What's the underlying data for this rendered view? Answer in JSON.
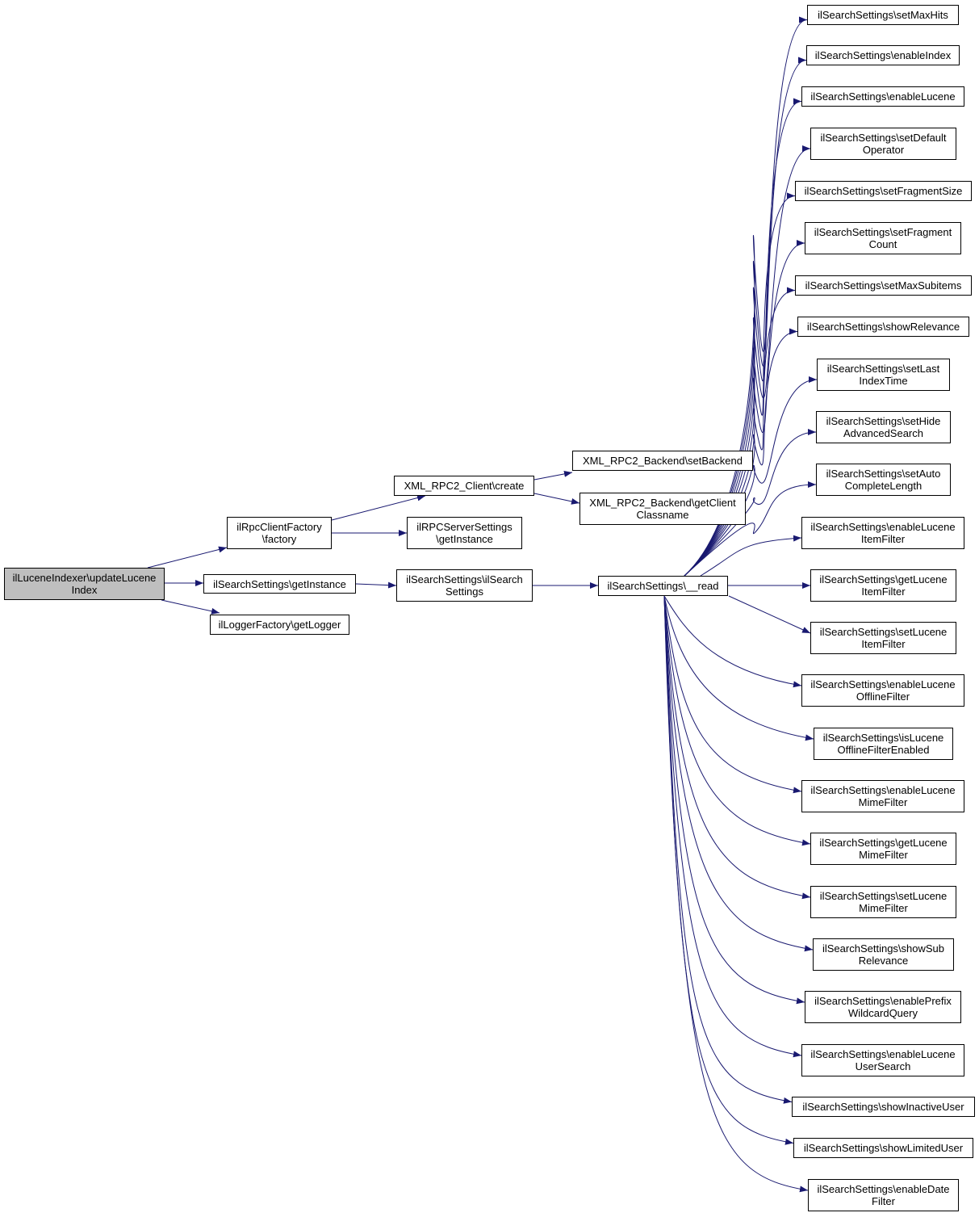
{
  "diagram": {
    "nodes": {
      "root": {
        "label": "ilLuceneIndexer\\updateLucene\nIndex"
      },
      "rpcf": {
        "label": "ilRpcClientFactory\n\\factory"
      },
      "ssgi": {
        "label": "ilSearchSettings\\getInstance"
      },
      "logger": {
        "label": "ilLoggerFactory\\getLogger"
      },
      "xmlc": {
        "label": "XML_RPC2_Client\\create"
      },
      "rpcss": {
        "label": "ilRPCServerSettings\n\\getInstance"
      },
      "ssctor": {
        "label": "ilSearchSettings\\ilSearch\nSettings"
      },
      "xbset": {
        "label": "XML_RPC2_Backend\\setBackend"
      },
      "xbget": {
        "label": "XML_RPC2_Backend\\getClient\nClassname"
      },
      "read": {
        "label": "ilSearchSettings\\__read"
      },
      "t1": {
        "label": "ilSearchSettings\\setMaxHits"
      },
      "t2": {
        "label": "ilSearchSettings\\enableIndex"
      },
      "t3": {
        "label": "ilSearchSettings\\enableLucene"
      },
      "t4": {
        "label": "ilSearchSettings\\setDefault\nOperator"
      },
      "t5": {
        "label": "ilSearchSettings\\setFragmentSize"
      },
      "t6": {
        "label": "ilSearchSettings\\setFragment\nCount"
      },
      "t7": {
        "label": "ilSearchSettings\\setMaxSubitems"
      },
      "t8": {
        "label": "ilSearchSettings\\showRelevance"
      },
      "t9": {
        "label": "ilSearchSettings\\setLast\nIndexTime"
      },
      "t10": {
        "label": "ilSearchSettings\\setHide\nAdvancedSearch"
      },
      "t11": {
        "label": "ilSearchSettings\\setAuto\nCompleteLength"
      },
      "t12": {
        "label": "ilSearchSettings\\enableLucene\nItemFilter"
      },
      "t13": {
        "label": "ilSearchSettings\\getLucene\nItemFilter"
      },
      "t14": {
        "label": "ilSearchSettings\\setLucene\nItemFilter"
      },
      "t15": {
        "label": "ilSearchSettings\\enableLucene\nOfflineFilter"
      },
      "t16": {
        "label": "ilSearchSettings\\isLucene\nOfflineFilterEnabled"
      },
      "t17": {
        "label": "ilSearchSettings\\enableLucene\nMimeFilter"
      },
      "t18": {
        "label": "ilSearchSettings\\getLucene\nMimeFilter"
      },
      "t19": {
        "label": "ilSearchSettings\\setLucene\nMimeFilter"
      },
      "t20": {
        "label": "ilSearchSettings\\showSub\nRelevance"
      },
      "t21": {
        "label": "ilSearchSettings\\enablePrefix\nWildcardQuery"
      },
      "t22": {
        "label": "ilSearchSettings\\enableLucene\nUserSearch"
      },
      "t23": {
        "label": "ilSearchSettings\\showInactiveUser"
      },
      "t24": {
        "label": "ilSearchSettings\\showLimitedUser"
      },
      "t25": {
        "label": "ilSearchSettings\\enableDate\nFilter"
      }
    },
    "edges": [
      [
        "root",
        "rpcf"
      ],
      [
        "root",
        "ssgi"
      ],
      [
        "root",
        "logger"
      ],
      [
        "rpcf",
        "xmlc"
      ],
      [
        "rpcf",
        "rpcss"
      ],
      [
        "xmlc",
        "xbset"
      ],
      [
        "xmlc",
        "xbget"
      ],
      [
        "ssgi",
        "ssctor"
      ],
      [
        "ssctor",
        "read"
      ],
      [
        "read",
        "t1"
      ],
      [
        "read",
        "t2"
      ],
      [
        "read",
        "t3"
      ],
      [
        "read",
        "t4"
      ],
      [
        "read",
        "t5"
      ],
      [
        "read",
        "t6"
      ],
      [
        "read",
        "t7"
      ],
      [
        "read",
        "t8"
      ],
      [
        "read",
        "t9"
      ],
      [
        "read",
        "t10"
      ],
      [
        "read",
        "t11"
      ],
      [
        "read",
        "t12"
      ],
      [
        "read",
        "t13"
      ],
      [
        "read",
        "t14"
      ],
      [
        "read",
        "t15"
      ],
      [
        "read",
        "t16"
      ],
      [
        "read",
        "t17"
      ],
      [
        "read",
        "t18"
      ],
      [
        "read",
        "t19"
      ],
      [
        "read",
        "t20"
      ],
      [
        "read",
        "t21"
      ],
      [
        "read",
        "t22"
      ],
      [
        "read",
        "t23"
      ],
      [
        "read",
        "t24"
      ],
      [
        "read",
        "t25"
      ]
    ],
    "colors": {
      "edge": "#191970",
      "root_fill": "#bfbfbf",
      "node_border": "#000000"
    }
  }
}
